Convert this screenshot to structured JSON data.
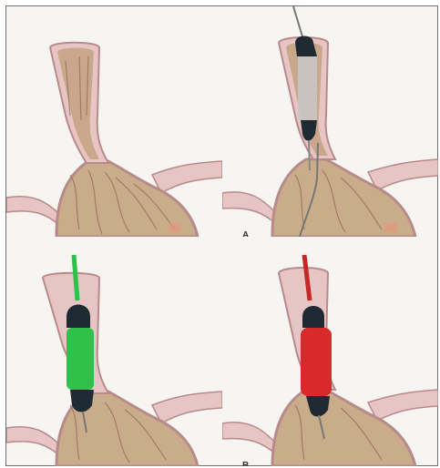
{
  "panels": [
    {
      "id": "panel-1",
      "label": "",
      "device": "none"
    },
    {
      "id": "panel-2",
      "label": "A",
      "device": "deflated-balloon-over-guidewire",
      "device_color": "#8f8f8f"
    },
    {
      "id": "panel-3",
      "label": "",
      "device": "inflated-balloon",
      "device_color": "#2ec24a"
    },
    {
      "id": "panel-4",
      "label": "B",
      "device": "inflated-balloon",
      "device_color": "#d82a2a"
    }
  ],
  "colors": {
    "tissue": "#d8bfa8",
    "mucosa": "#c9a78a",
    "wall_outline": "#b88a8a",
    "wall_pink": "#e7c5c5",
    "stomach": "#c9ac8a",
    "background": "#f7f5f2"
  }
}
